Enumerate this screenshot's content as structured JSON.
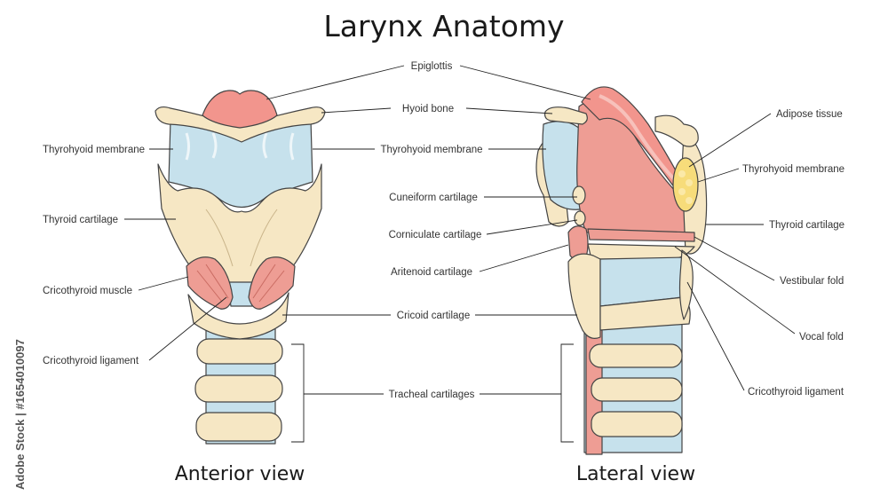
{
  "title": "Larynx Anatomy",
  "views": {
    "anterior": "Anterior view",
    "lateral": "Lateral view"
  },
  "labels": {
    "epiglottis": "Epiglottis",
    "hyoid_bone": "Hyoid bone",
    "thyrohyoid_membrane_left": "Thyrohyoid membrane",
    "thyrohyoid_membrane_center": "Thyrohyoid membrane",
    "thyroid_cartilage_left": "Thyroid cartilage",
    "cricothyroid_muscle": "Cricothyroid muscle",
    "cricothyroid_ligament_left": "Cricothyroid ligament",
    "cuneiform_cartilage": "Cuneiform cartilage",
    "corniculate_cartilage": "Corniculate cartilage",
    "aritenoid_cartilage": "Aritenoid cartilage",
    "cricoid_cartilage": "Cricoid cartilage",
    "tracheal_cartilages": "Tracheal cartilages",
    "adipose_tissue": "Adipose tissue",
    "thyrohyoid_membrane_right": "Thyrohyoid membrane",
    "thyroid_cartilage_right": "Thyroid cartilage",
    "vestibular_fold": "Vestibular fold",
    "vocal_fold": "Vocal fold",
    "cricothyroid_ligament_right": "Cricothyroid ligament"
  },
  "stock_id": "Adobe Stock | #1654010097",
  "colors": {
    "cartilage": "#f6e7c4",
    "membrane": "#c6e1ec",
    "muscle": "#ee9d94",
    "epiglottis": "#f2958d",
    "fat": "#f7dc7a"
  }
}
